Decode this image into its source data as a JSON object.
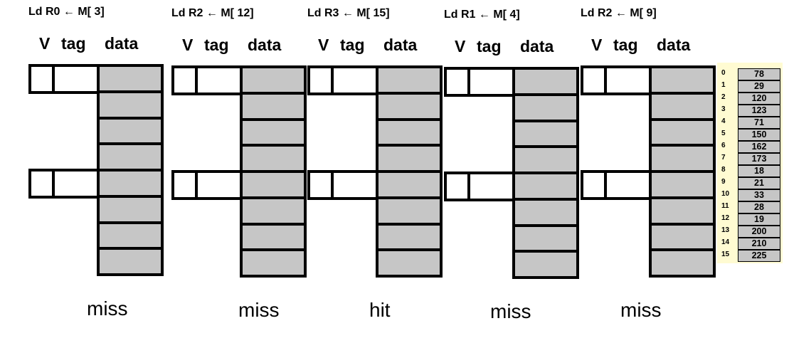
{
  "panels": [
    {
      "instruction": "Ld  R0 ← M[ 3]",
      "result": "miss"
    },
    {
      "instruction": "Ld  R2 ← M[ 12]",
      "result": "miss"
    },
    {
      "instruction": "Ld   R3 ← M[ 15]",
      "result": "hit"
    },
    {
      "instruction": "Ld   R1 ← M[ 4]",
      "result": "miss"
    },
    {
      "instruction": "Ld  R2 ← M[ 9]",
      "result": "miss"
    }
  ],
  "headers": {
    "v": "V",
    "tag": "tag",
    "data": "data"
  },
  "memory": {
    "indices": [
      "0",
      "1",
      "2",
      "3",
      "4",
      "5",
      "6",
      "7",
      "8",
      "9",
      "10",
      "11",
      "12",
      "13",
      "14",
      "15"
    ],
    "values": [
      "78",
      "29",
      "120",
      "123",
      "71",
      "150",
      "162",
      "173",
      "18",
      "21",
      "33",
      "28",
      "19",
      "200",
      "210",
      "225"
    ]
  }
}
